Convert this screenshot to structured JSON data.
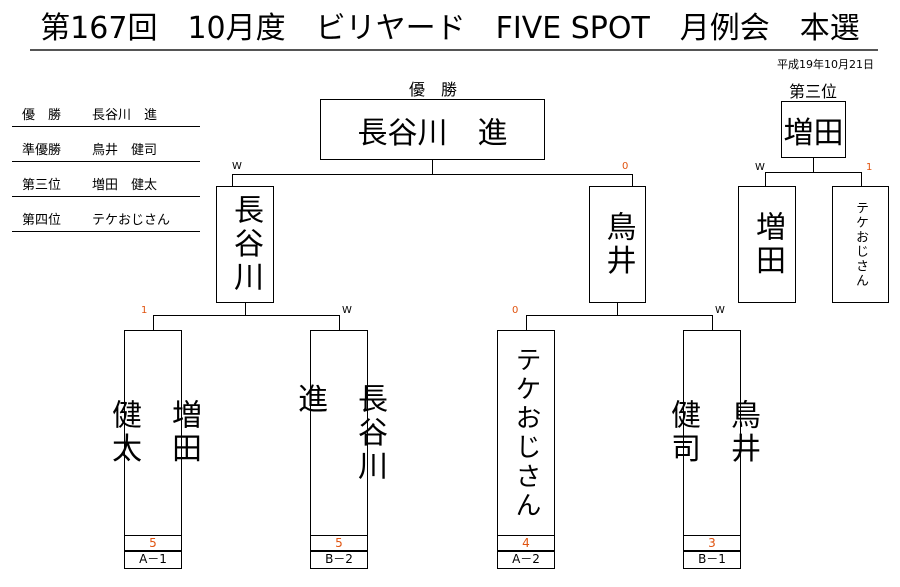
{
  "header": {
    "title": "第167回　10月度　ビリヤード　FIVE SPOT　月例会　本選",
    "date": "平成19年10月21日"
  },
  "results": [
    {
      "rank": "優　勝",
      "name": "長谷川　進"
    },
    {
      "rank": "準優勝",
      "name": "鳥井　健司"
    },
    {
      "rank": "第三位",
      "name": "増田　健太"
    },
    {
      "rank": "第四位",
      "name": "テケおじさん"
    }
  ],
  "bracket": {
    "final": {
      "caption": "優　勝",
      "winner": "長谷川　進",
      "left_mark": "W",
      "right_mark": "0"
    },
    "semis": [
      {
        "name": "長谷川",
        "left_mark": "1",
        "right_mark": "W"
      },
      {
        "name": "鳥井",
        "left_mark": "0",
        "right_mark": "W"
      }
    ],
    "players": [
      {
        "name": "増田\n\n健太",
        "score": "5",
        "group": "A－1"
      },
      {
        "name": "長谷川\n\n進",
        "score": "5",
        "group": "B－2"
      },
      {
        "name": "テケおじさん",
        "score": "4",
        "group": "A－2"
      },
      {
        "name": "鳥井\n\n健司",
        "score": "3",
        "group": "B－1"
      }
    ]
  },
  "third_place": {
    "caption": "第三位",
    "winner": "増田",
    "left_mark": "W",
    "right_mark": "1",
    "players": [
      {
        "name": "増田"
      },
      {
        "name": "テケおじさん"
      }
    ]
  },
  "colors": {
    "accent": "#e0530f",
    "rule": "#555555",
    "line": "#000000"
  }
}
